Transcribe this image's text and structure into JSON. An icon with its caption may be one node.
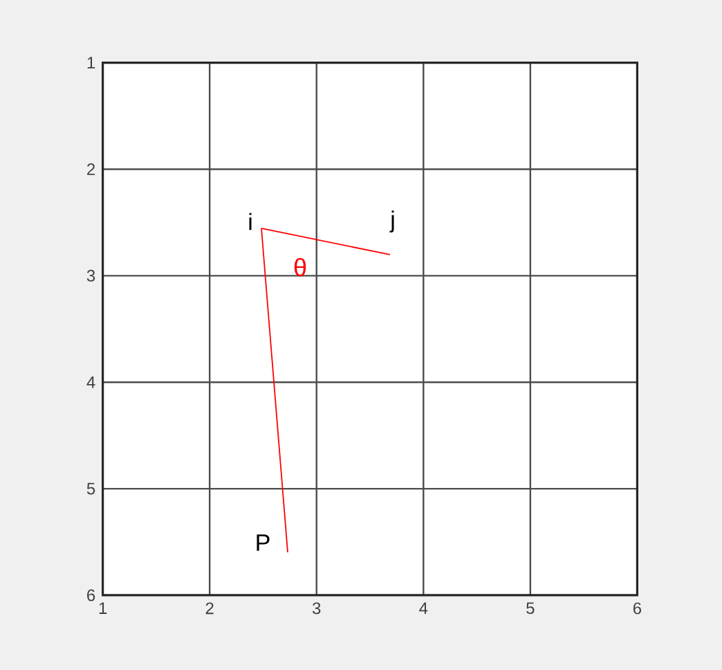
{
  "diagram": {
    "nodes": [
      {
        "text": [
          "i"
        ]
      },
      {
        "text": [
          "j"
        ]
      },
      {
        "text": [
          "P"
        ]
      }
    ],
    "edges": [
      {
        "from": 0,
        "to": 1,
        "arrow": "none",
        "color": "#ff0000"
      },
      {
        "from": 0,
        "to": 2,
        "arrow": "none",
        "color": "#ff0000"
      }
    ],
    "labels": [
      "1",
      "2",
      "θ",
      "3",
      "4",
      "5",
      "6",
      "1",
      "2",
      "3",
      "4",
      "5",
      "6"
    ]
  }
}
